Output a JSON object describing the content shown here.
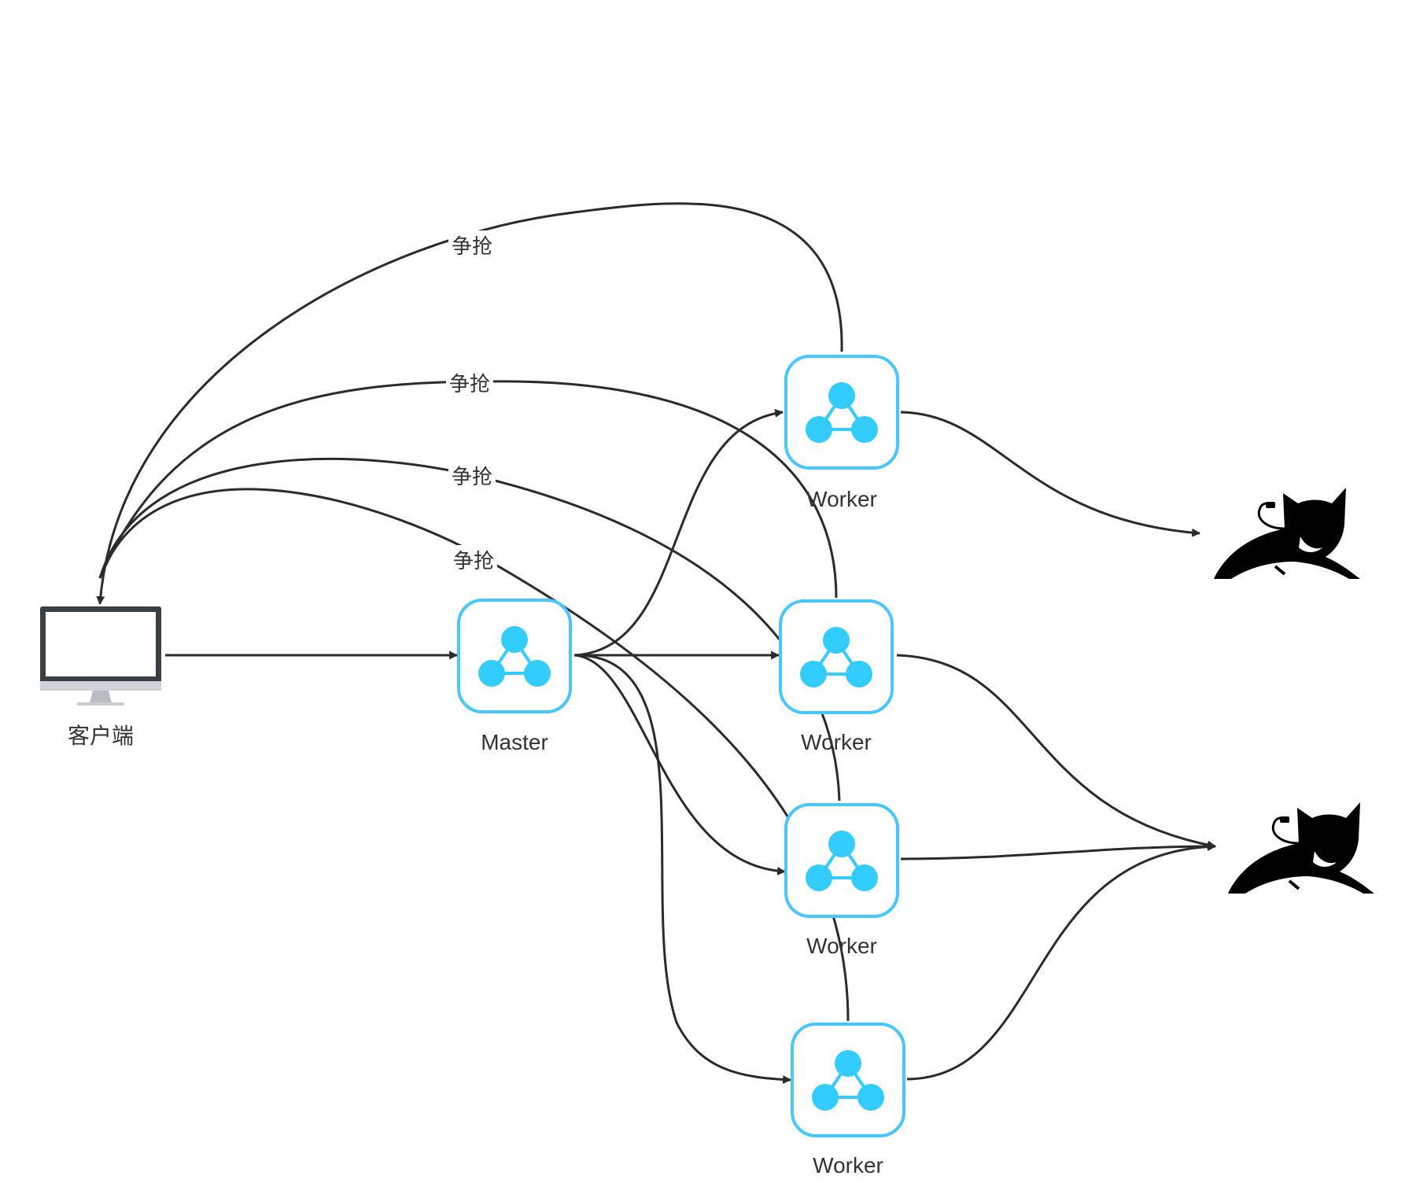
{
  "colors": {
    "node_stroke": "#46c8ff",
    "node_fill": "#ffffff",
    "node_dot": "#33ccff",
    "edge": "#2b2b2b",
    "monitor_frame": "#3a3e45",
    "monitor_base": "#cfd3d8",
    "tomcat": "#000000"
  },
  "client": {
    "label": "客户端",
    "icon": "monitor-icon"
  },
  "master": {
    "label": "Master",
    "icon": "cluster-node-icon"
  },
  "workers": [
    {
      "label": "Worker",
      "icon": "cluster-node-icon"
    },
    {
      "label": "Worker",
      "icon": "cluster-node-icon"
    },
    {
      "label": "Worker",
      "icon": "cluster-node-icon"
    },
    {
      "label": "Worker",
      "icon": "cluster-node-icon"
    }
  ],
  "servers": [
    {
      "icon": "tomcat-icon"
    },
    {
      "icon": "tomcat-icon"
    }
  ],
  "edge_labels": [
    "争抢",
    "争抢",
    "争抢",
    "争抢"
  ]
}
